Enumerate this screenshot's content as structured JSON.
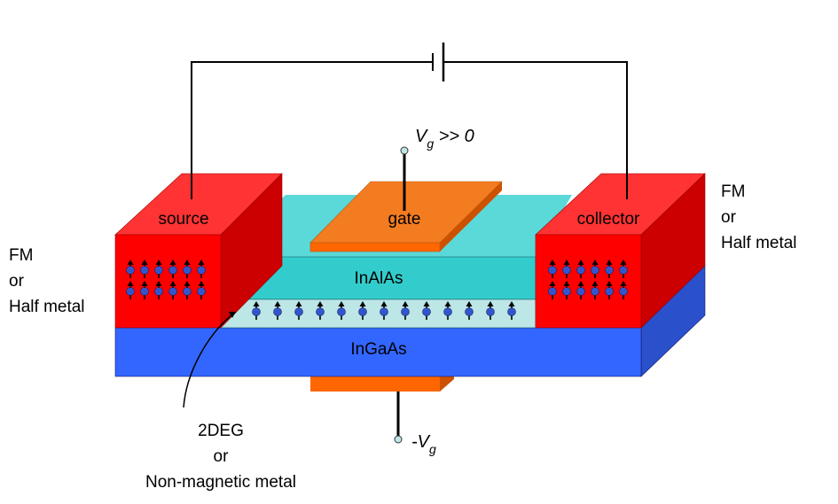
{
  "labels": {
    "source": "source",
    "gate": "gate",
    "collector": "collector",
    "inalas": "InAlAs",
    "ingaas": "InGaAs",
    "vg_top_main": "V",
    "vg_top_sub": "g",
    "vg_top_rest": " >> 0",
    "vg_bottom_prefix": "-V",
    "vg_bottom_sub": "g",
    "left_fm": [
      "FM",
      "or",
      "Half metal"
    ],
    "right_fm": [
      "FM",
      "or",
      "Half metal"
    ],
    "deg": [
      "2DEG",
      "or",
      "Non-magnetic metal"
    ]
  },
  "colors": {
    "electrode_front": "#ff0000",
    "electrode_top": "#ff3333",
    "electrode_side": "#cc0000",
    "gate_top": "#f47c20",
    "gate_front": "#ff6600",
    "inalas_front": "#33cccc",
    "inalas_top": "#5bd8d8",
    "deg_layer": "#bde6e6",
    "ingaas_front": "#3366ff",
    "ingaas_side": "#2a50cc",
    "spin_dot": "#3355cc",
    "wire": "#000000"
  }
}
